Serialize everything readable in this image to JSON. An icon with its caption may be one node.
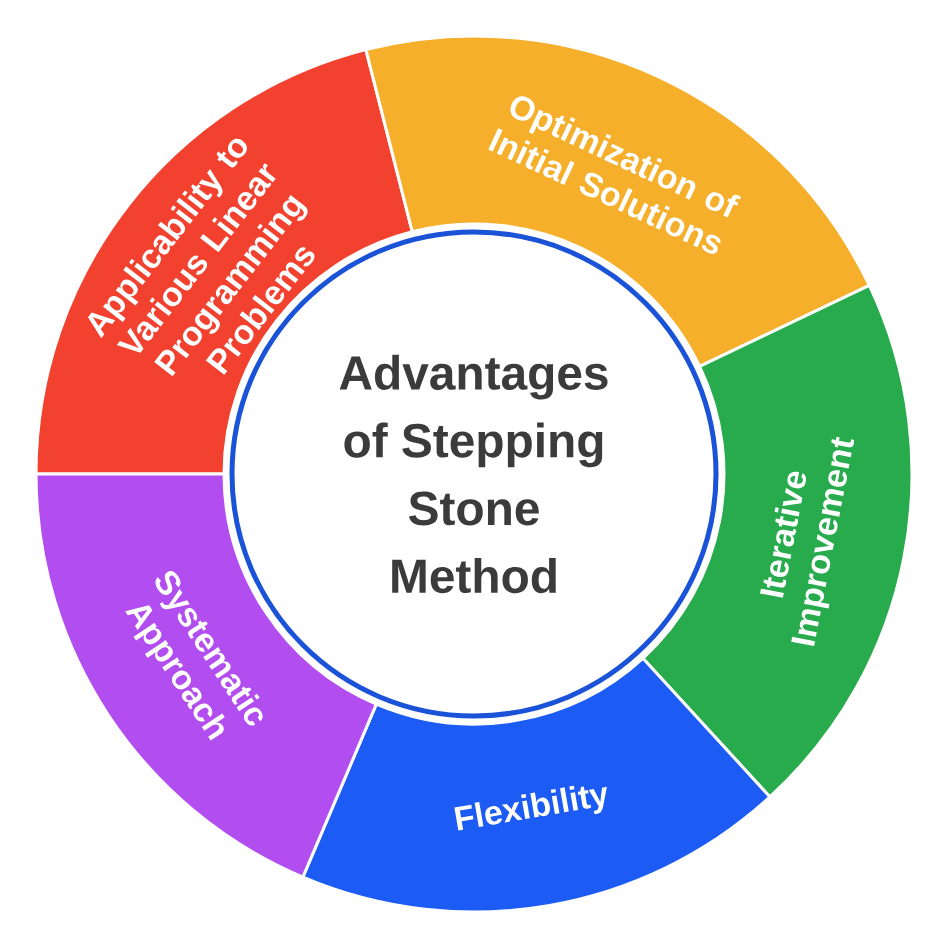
{
  "diagram": {
    "nodes": [
      {
        "text": [
          "Advantages of Stepping Stone Method"
        ]
      },
      {
        "text": [
          "Applicability to Various Linear Programming Problems"
        ]
      },
      {
        "text": [
          "Optimization of Initial Solutions"
        ]
      },
      {
        "text": [
          "Iterative Improvement"
        ]
      },
      {
        "text": [
          "Flexibility"
        ]
      },
      {
        "text": [
          "Systematic Approach"
        ]
      }
    ]
  }
}
